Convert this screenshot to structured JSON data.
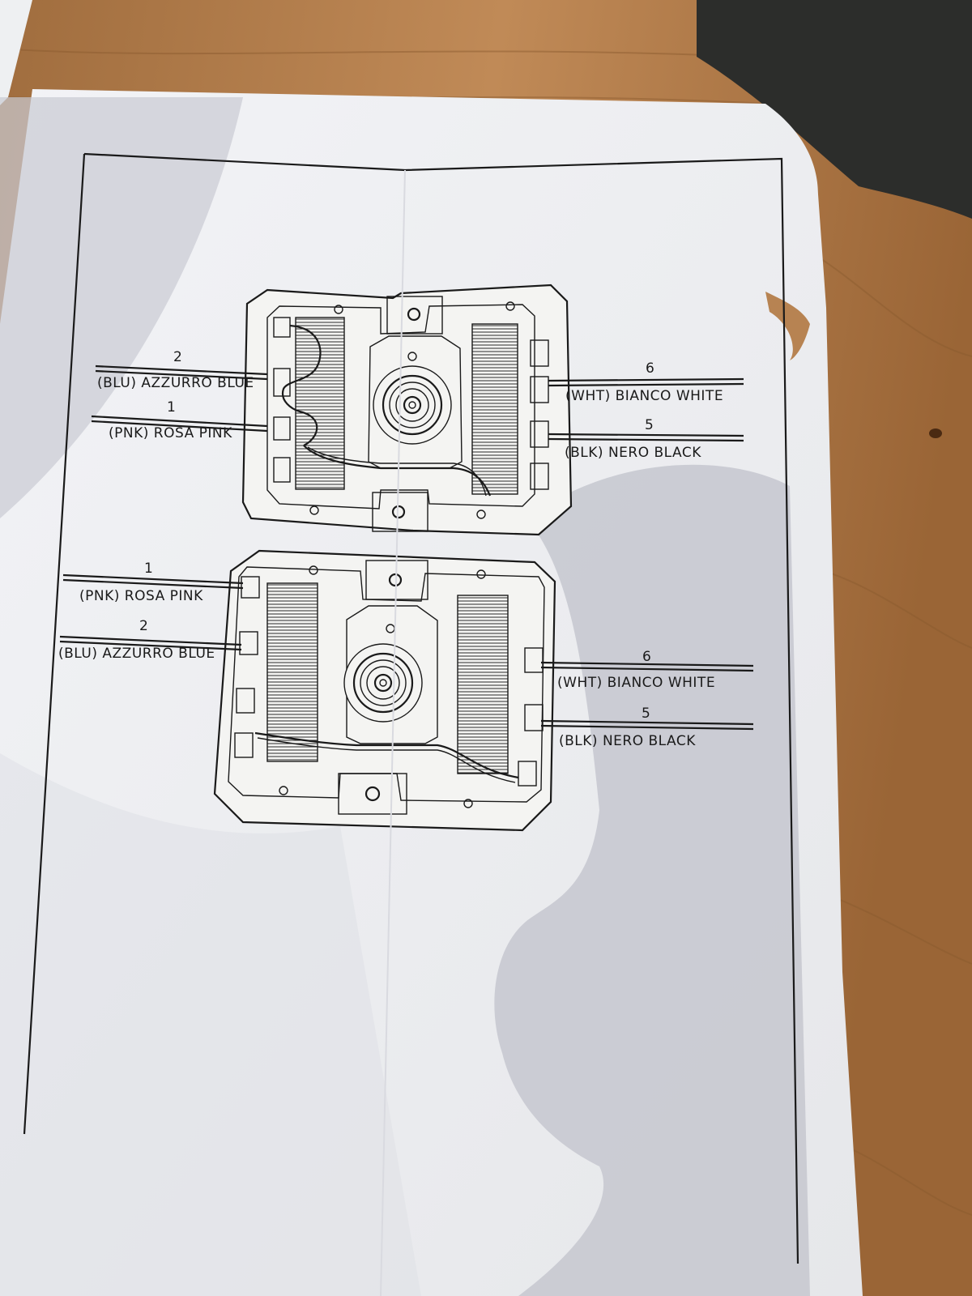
{
  "diagrams": [
    {
      "left_terminals": [
        {
          "number": "2",
          "label": "(BLU) AZZURRO BLUE"
        },
        {
          "number": "1",
          "label": "(PNK) ROSA PINK"
        }
      ],
      "right_terminals": [
        {
          "number": "6",
          "label": "(WHT) BIANCO WHITE"
        },
        {
          "number": "5",
          "label": "(BLK) NERO BLACK"
        }
      ]
    },
    {
      "left_terminals": [
        {
          "number": "1",
          "label": "(PNK) ROSA PINK"
        },
        {
          "number": "2",
          "label": "(BLU) AZZURRO BLUE"
        }
      ],
      "right_terminals": [
        {
          "number": "6",
          "label": "(WHT) BIANCO WHITE"
        },
        {
          "number": "5",
          "label": "(BLK) NERO BLACK"
        }
      ]
    }
  ]
}
